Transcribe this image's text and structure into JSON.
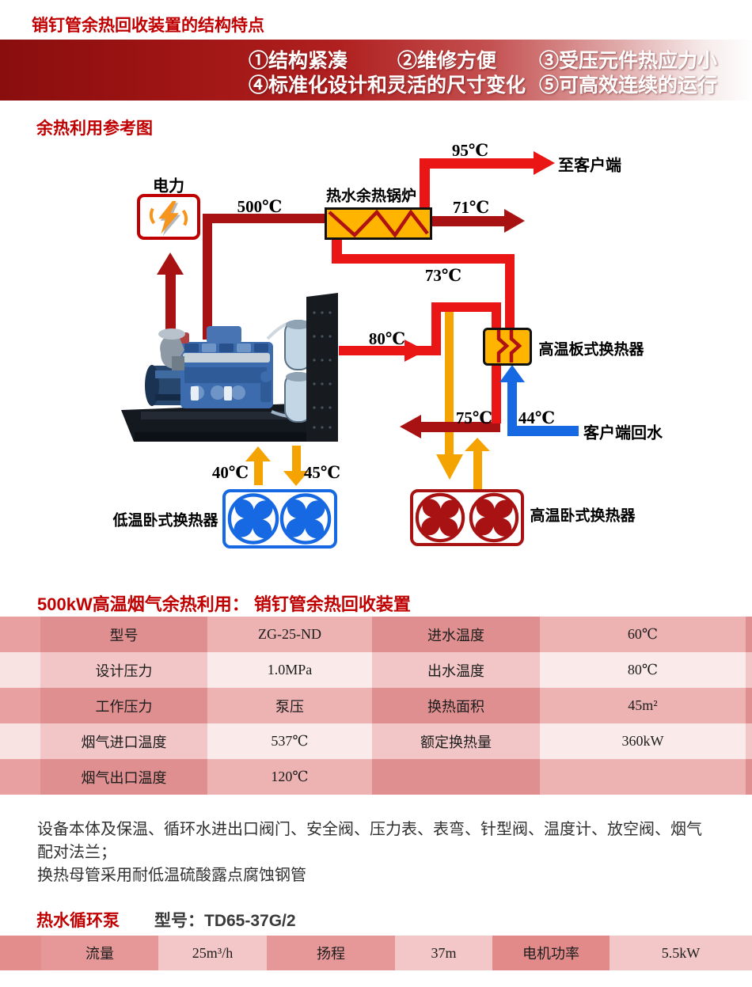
{
  "header": {
    "title": "销钉管余热回收装置的结构特点"
  },
  "banner": {
    "line1": [
      "①结构紧凑",
      "②维修方便",
      "③受压元件热应力小"
    ],
    "line2": [
      "④标准化设计和灵活的尺寸变化",
      "⑤可高效连续的运行"
    ]
  },
  "diagram": {
    "title": "余热利用参考图",
    "labels": {
      "power": "电力",
      "boiler": "热水余热锅炉",
      "to_customer": "至客户端",
      "plate_hx": "高温板式换热器",
      "return_water": "客户端回水",
      "low_hx": "低温卧式换热器",
      "high_hx": "高温卧式换热器"
    },
    "temps": {
      "t500": "500℃",
      "t95": "95℃",
      "t71": "71℃",
      "t73": "73℃",
      "t80": "80℃",
      "t75": "75℃",
      "t44": "44℃",
      "t40": "40℃",
      "t45": "45℃"
    }
  },
  "spec": {
    "title": "500kW高温烟气余热利用： 销钉管余热回收装置",
    "rows": [
      [
        "型号",
        "ZG-25-ND",
        "进水温度",
        "60℃"
      ],
      [
        "设计压力",
        "1.0MPa",
        "出水温度",
        "80℃"
      ],
      [
        "工作压力",
        "泵压",
        "换热面积",
        "45m²"
      ],
      [
        "烟气进口温度",
        "537℃",
        "额定换热量",
        "360kW"
      ],
      [
        "烟气出口温度",
        "120℃",
        "",
        ""
      ]
    ]
  },
  "notes": {
    "line1": "设备本体及保温、循环水进出口阀门、安全阀、压力表、表弯、针型阀、温度计、放空阀、烟气",
    "line2": "配对法兰；",
    "line3": "换热母管采用耐低温硫酸露点腐蚀钢管"
  },
  "pump": {
    "title": "热水循环泵",
    "model": "型号：TD65-37G/2",
    "cells": [
      "流量",
      "25m³/h",
      "扬程",
      "37m",
      "电机功率",
      "5.5kW"
    ]
  },
  "colors": {
    "accent_red": "#c00000",
    "pipe_dark": "#a81212",
    "pipe_bright": "#ea1515",
    "orange": "#ffb400",
    "arrow_orange": "#f5a300",
    "blue": "#1668e3"
  }
}
